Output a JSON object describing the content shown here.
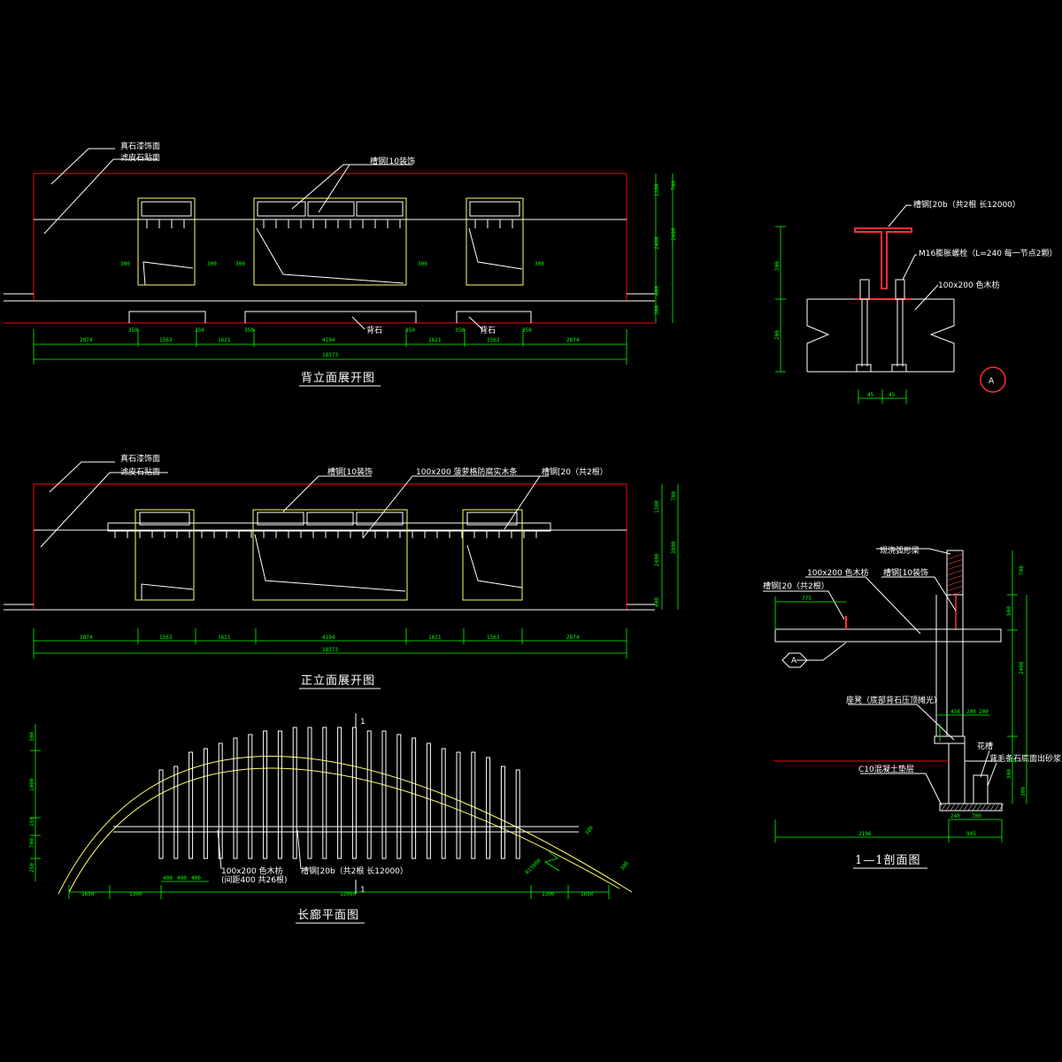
{
  "titles": {
    "back_elevation": "背立面展开图",
    "front_elevation": "正立面展开图",
    "plan": "长廊平面图",
    "section": "1—1剖面图",
    "detail_mark": "A",
    "section_mark_a": "A",
    "cut_mark": "1"
  },
  "back_elevation": {
    "labels": {
      "stone_finish": "真石漆饰面",
      "rough_stone": "滤皮石贴面",
      "steel_bar": "槽钢[10装饰",
      "back_stone_left": "背石",
      "back_stone_right": "背石"
    },
    "dims_bottom": [
      "2874",
      "1563",
      "1621",
      "4194",
      "1621",
      "1563",
      "2874"
    ],
    "dims_bottom_small": [
      "350",
      "350",
      "350",
      "350",
      "350",
      "350"
    ],
    "dims_total": "18373",
    "dims_right": [
      "700",
      "1300",
      "2400",
      "2400",
      "400",
      "300"
    ],
    "dims_side": [
      "300",
      "300",
      "300",
      "300",
      "300"
    ]
  },
  "front_elevation": {
    "labels": {
      "stone_finish": "真石漆饰面",
      "rough_stone": "滤皮石贴面",
      "steel_bar": "槽钢[10装饰",
      "wood_beam": "100x200 菠萝格防腐实木条",
      "steel_beam": "槽钢[20（共2根）"
    },
    "dims_bottom": [
      "2874",
      "1563",
      "1621",
      "4194",
      "1621",
      "1563",
      "2874"
    ],
    "dims_total": "18373",
    "dims_right": [
      "700",
      "1300",
      "2400",
      "3800",
      "400"
    ]
  },
  "plan": {
    "labels": {
      "wood": "100x200 色木枋",
      "wood_spacing": "(间距400 共26根)",
      "steel": "槽钢[20b（共2根 长12000）",
      "radius": "R15000"
    },
    "dims_bottom": [
      "1650",
      "1300",
      "12000",
      "1300",
      "1650"
    ],
    "dims_spacing": [
      "400",
      "400",
      "400"
    ],
    "dims_left": [
      "300",
      "1000",
      "150",
      "700",
      "250"
    ],
    "dims_right": [
      "300",
      "300"
    ]
  },
  "detail_a": {
    "labels": {
      "steel_beam": "槽钢[20b（共2根 长12000）",
      "bolt": "M16膨胀螺栓（L=240 每一节点2颗）",
      "wood": "100x200 色木枋"
    },
    "dims_left": [
      "200",
      "200"
    ],
    "dims_bottom": [
      "45",
      "45"
    ]
  },
  "section": {
    "labels": {
      "pour": "现浇弧形梁",
      "wood": "100x200 色木枋",
      "steel_small": "槽钢[10装饰",
      "steel_big": "槽钢[20（共2根）",
      "cap": "座凳（底部背石压顶摊光）",
      "planter": "花槽",
      "planter_note": "背毛条石底面出砂浆",
      "base": "C10混凝土垫层",
      "offset": "775"
    },
    "dims_right": [
      "700",
      "500",
      "2400",
      "300",
      "300"
    ],
    "dims_top": [
      "450",
      "200",
      "200"
    ],
    "dims_bottom": [
      "2196",
      "945"
    ],
    "dims_bottom_small": [
      "240",
      "700"
    ]
  }
}
